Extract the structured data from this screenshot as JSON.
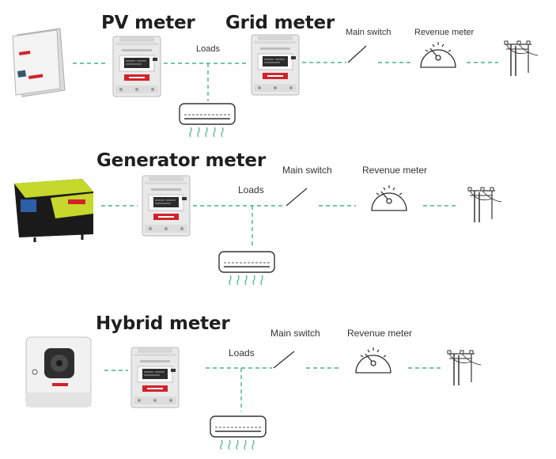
{
  "colors": {
    "connector": "#43b583",
    "line_art": "#3a3a3a",
    "heading": "#1f1f1f",
    "meter_body": "#e9e9e9",
    "meter_display": "#2b2b2b",
    "brand_red": "#d2232a",
    "generator_green": "#c5d82b"
  },
  "rows": [
    {
      "meters": [
        {
          "title": "PV meter",
          "device_icon": "pv-inverter-icon"
        },
        {
          "title": "Grid meter"
        }
      ],
      "loads_label": "Loads",
      "main_switch_label": "Main switch",
      "revenue_meter_label": "Revenue meter"
    },
    {
      "meters": [
        {
          "title": "Generator meter",
          "device_icon": "generator-icon"
        }
      ],
      "loads_label": "Loads",
      "main_switch_label": "Main switch",
      "revenue_meter_label": "Revenue meter"
    },
    {
      "meters": [
        {
          "title": "Hybrid meter",
          "device_icon": "hybrid-inverter-icon"
        }
      ],
      "loads_label": "Loads",
      "main_switch_label": "Main switch",
      "revenue_meter_label": "Revenue meter"
    }
  ]
}
